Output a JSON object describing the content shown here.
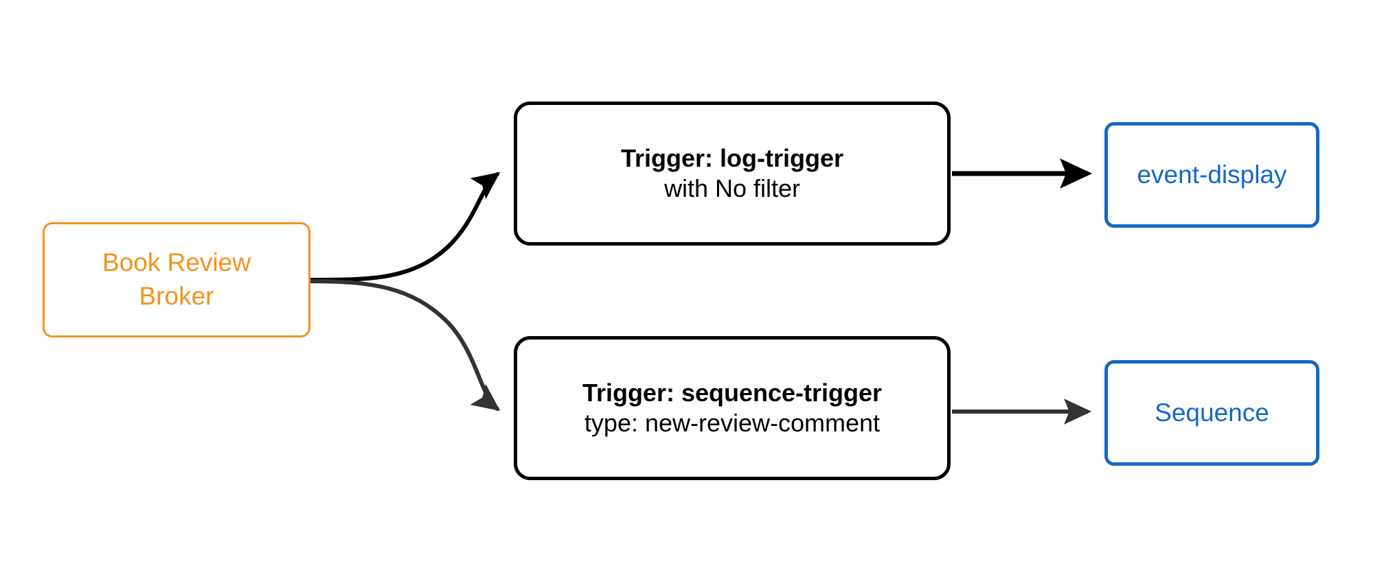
{
  "diagram": {
    "type": "flow-diagram",
    "background": "#ffffff",
    "colors": {
      "broker_orange": "#f29221",
      "trigger_black": "#000000",
      "sink_blue": "#1668c5",
      "edge_black": "#000000",
      "edge_gray": "#333333"
    }
  },
  "nodes": {
    "broker": {
      "name": "Book Review Broker",
      "line1": "Book Review",
      "line2": "Broker",
      "color": "#f29221"
    },
    "trigger_log": {
      "title": "Trigger: log-trigger",
      "subtitle": "with No filter",
      "color": "#000000"
    },
    "trigger_sequence": {
      "title": "Trigger: sequence-trigger",
      "subtitle": "type: new-review-comment",
      "color": "#000000"
    },
    "sink_event_display": {
      "label": "event-display",
      "color": "#1668c5"
    },
    "sink_sequence": {
      "label": "Sequence",
      "color": "#1668c5"
    }
  },
  "edges": [
    {
      "id": "broker-to-log-trigger",
      "from": "broker",
      "to": "trigger_log",
      "style": "curved",
      "color": "#000000",
      "label": ""
    },
    {
      "id": "broker-to-sequence-trigger",
      "from": "broker",
      "to": "trigger_sequence",
      "style": "curved",
      "color": "#333333",
      "label": ""
    },
    {
      "id": "log-trigger-to-event-display",
      "from": "trigger_log",
      "to": "sink_event_display",
      "style": "straight",
      "color": "#000000",
      "label": ""
    },
    {
      "id": "sequence-trigger-to-sequence",
      "from": "trigger_sequence",
      "to": "sink_sequence",
      "style": "straight",
      "color": "#333333",
      "label": ""
    }
  ]
}
